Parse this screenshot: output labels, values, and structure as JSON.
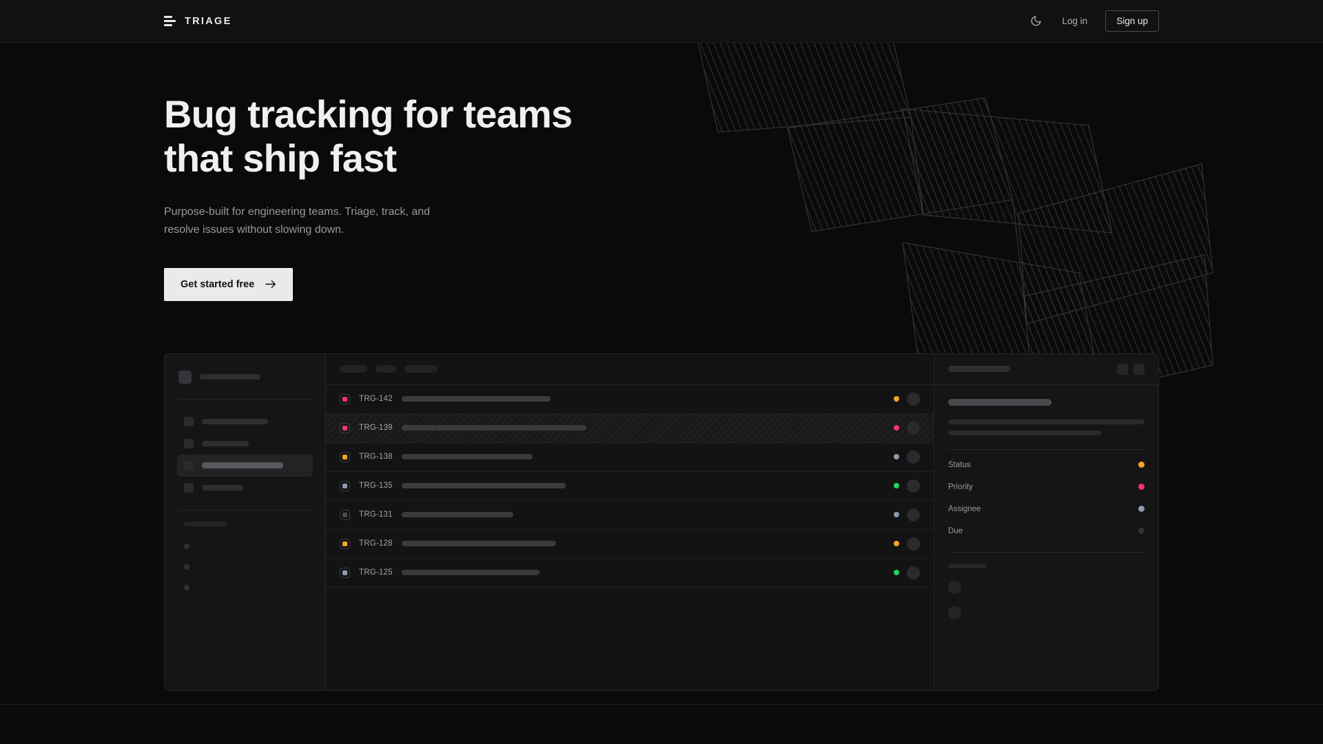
{
  "brand": {
    "name": "TRIAGE",
    "mark_icon": "stacked-bars-icon"
  },
  "nav": {
    "theme_toggle_icon": "moon-icon",
    "login_label": "Log in",
    "signup_label": "Sign up"
  },
  "hero": {
    "title": "Bug tracking for teams\nthat ship fast",
    "subtitle": "Purpose-built for engineering teams. Triage, track, and\nresolve issues without slowing down.",
    "cta_label": "Get started free",
    "cta_icon": "arrow-right-icon"
  },
  "colors": {
    "page_bg": "#0a0a0b",
    "nav_bg": "#111112",
    "panel_bg": "#131314",
    "panel_alt_bg": "#151516",
    "border": "#252527",
    "text_primary": "#f0f0f1",
    "text_muted": "#9a9a9d",
    "accent_cta": "#eaeaea",
    "amber": "#f5a524",
    "rose": "#f3336a",
    "slate": "#8c9bb0",
    "green": "#1ed760",
    "dim": "#3a3a3d"
  },
  "mockup": {
    "sidebar": {
      "workspace_skeleton_width": 88,
      "nav_items": [
        {
          "label_width": 96,
          "active": false
        },
        {
          "label_width": 68,
          "active": false
        },
        {
          "label_width": 118,
          "active": true
        },
        {
          "label_width": 60,
          "active": false
        }
      ],
      "section_label_width": 62,
      "sub_dots": 3
    },
    "list": {
      "filter_pills": [
        40,
        30,
        48
      ],
      "rows": [
        {
          "id": "TRG-142",
          "priority_color": "#f3336a",
          "title_width": 216,
          "status_color": "#f5a524",
          "selected": false
        },
        {
          "id": "TRG-139",
          "priority_color": "#f3336a",
          "title_width": 268,
          "status_color": "#f3336a",
          "selected": true
        },
        {
          "id": "TRG-138",
          "priority_color": "#f5a524",
          "title_width": 190,
          "status_color": "#8c9bb0",
          "selected": false
        },
        {
          "id": "TRG-135",
          "priority_color": "#8c9bb0",
          "title_width": 238,
          "status_color": "#1ed760",
          "selected": false
        },
        {
          "id": "TRG-131",
          "priority_color": "#4a4a4e",
          "title_width": 162,
          "status_color": "#8c9bb0",
          "selected": false
        },
        {
          "id": "TRG-128",
          "priority_color": "#f5a524",
          "title_width": 224,
          "status_color": "#f5a524",
          "selected": false
        },
        {
          "id": "TRG-125",
          "priority_color": "#8c9bb0",
          "title_width": 200,
          "status_color": "#1ed760",
          "selected": false
        }
      ]
    },
    "detail": {
      "header_skeleton_width": 90,
      "action_buttons": 2,
      "meta": [
        {
          "label": "Status",
          "dot_color": "#f5a524"
        },
        {
          "label": "Priority",
          "dot_color": "#f3336a"
        },
        {
          "label": "Assignee",
          "dot_color": "#8c9bb0"
        },
        {
          "label": "Due",
          "dot_color": "#333336"
        }
      ],
      "comment_avatars": 2
    }
  }
}
